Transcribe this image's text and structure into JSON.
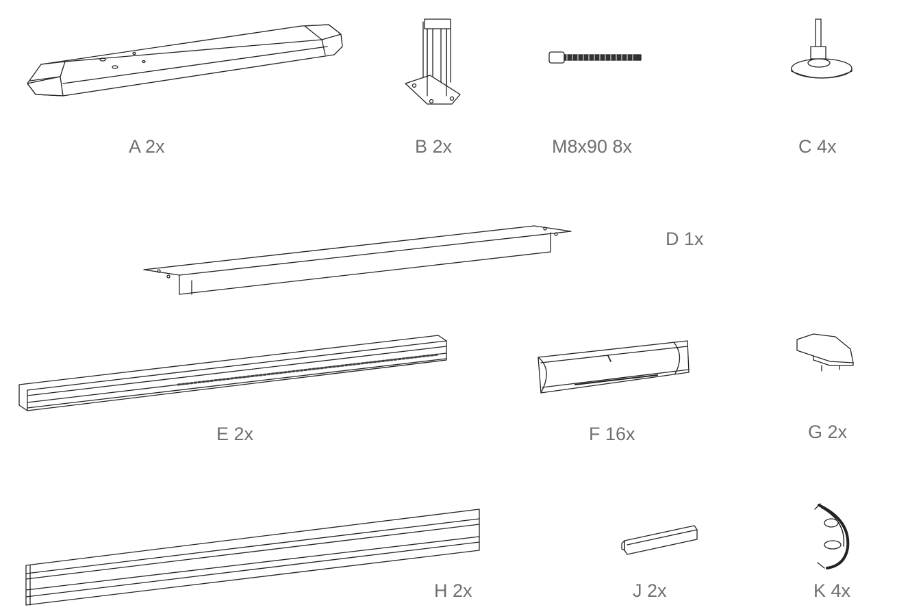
{
  "parts": [
    {
      "id": "A",
      "label": "A 2x",
      "icon": "base-foot-icon"
    },
    {
      "id": "B",
      "label": "B 2x",
      "icon": "column-bracket-icon"
    },
    {
      "id": "M8",
      "label": "M8x90 8x",
      "icon": "bolt-icon"
    },
    {
      "id": "C",
      "label": "C 4x",
      "icon": "leveling-foot-icon"
    },
    {
      "id": "D",
      "label": "D 1x",
      "icon": "crossbar-icon"
    },
    {
      "id": "E",
      "label": "E 2x",
      "icon": "rail-profile-icon"
    },
    {
      "id": "F",
      "label": "F 16x",
      "icon": "cable-channel-icon"
    },
    {
      "id": "G",
      "label": "G 2x",
      "icon": "end-cap-icon"
    },
    {
      "id": "H",
      "label": "H 2x",
      "icon": "panel-profile-icon"
    },
    {
      "id": "J",
      "label": "J 2x",
      "icon": "cover-strip-icon"
    },
    {
      "id": "K",
      "label": "K 4x",
      "icon": "cable-clip-icon"
    }
  ]
}
